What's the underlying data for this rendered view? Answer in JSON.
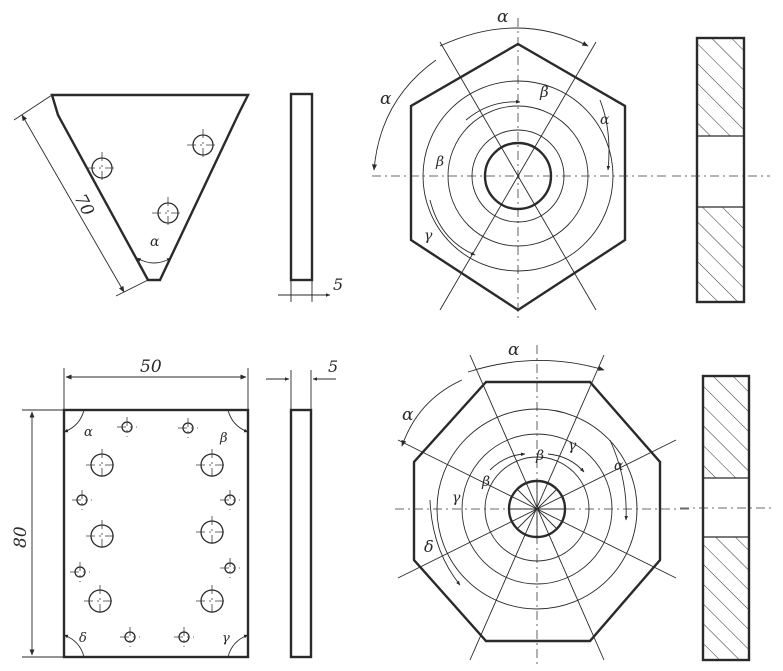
{
  "drawings": {
    "triangle": {
      "dim_side": "70",
      "angle_label": "α"
    },
    "plate": {
      "dim_width": "50",
      "dim_height": "80",
      "angle_labels": [
        "α",
        "β",
        "δ",
        "γ"
      ]
    },
    "thickness": {
      "dim_thickness": "5",
      "dim_thickness_bottom": "5"
    },
    "hexagon": {
      "angle_labels": [
        "α",
        "α",
        "β",
        "α",
        "β",
        "γ"
      ]
    },
    "octagon": {
      "angle_labels": [
        "α",
        "α",
        "β",
        "β",
        "γ",
        "γ",
        "δ",
        "α"
      ]
    }
  },
  "colors": {
    "ink": "#2a2a2a",
    "paper": "#ffffff"
  }
}
